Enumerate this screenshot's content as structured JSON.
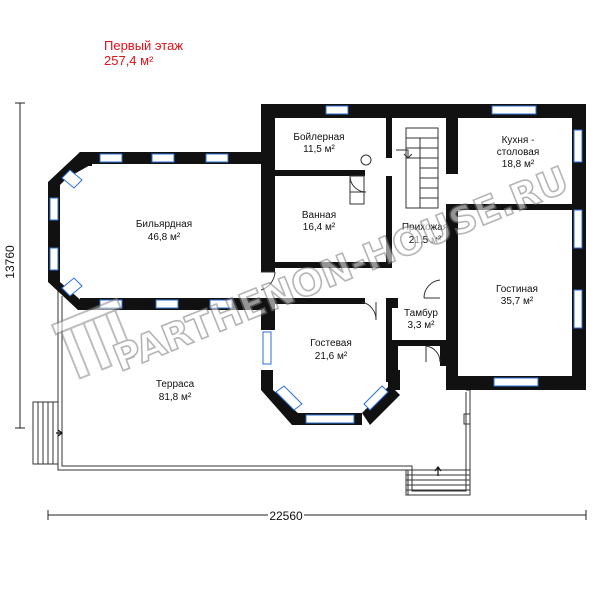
{
  "header": {
    "title": "Первый этаж",
    "area": "257,4 м²"
  },
  "rooms": [
    {
      "name": "Бойлерная",
      "area": "11,5 м²"
    },
    {
      "name": "Кухня -",
      "name2": "столовая",
      "area": "18,8 м²"
    },
    {
      "name": "Бильярдная",
      "area": "46,8 м²"
    },
    {
      "name": "Ванная",
      "area": "16,4 м²"
    },
    {
      "name": "Прихожая",
      "area": "21,5 м²"
    },
    {
      "name": "Гостиная",
      "area": "35,7 м²"
    },
    {
      "name": "Тамбур",
      "area": "3,3 м²"
    },
    {
      "name": "Гостевая",
      "area": "21,6 м²"
    },
    {
      "name": "Терраса",
      "area": "81,8 м²"
    }
  ],
  "dimensions": {
    "width": "22560",
    "height": "13760"
  },
  "watermark": "PARTHENON-HOUSE.RU",
  "colors": {
    "wall": "#111111",
    "window": "#2a6fd6",
    "title": "#e0101a"
  }
}
